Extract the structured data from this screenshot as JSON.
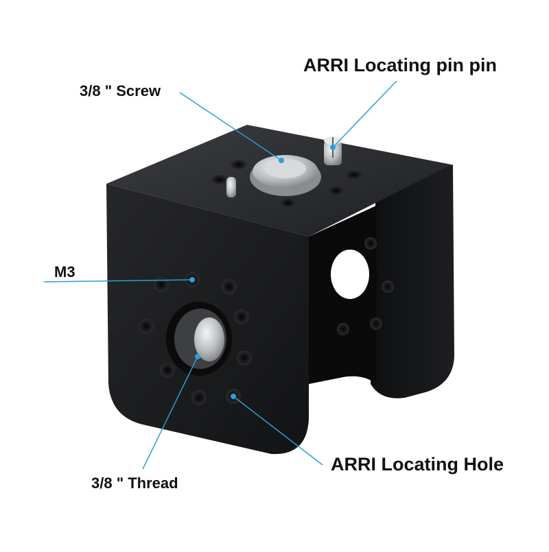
{
  "labels": {
    "arri_pin": "ARRI Locating pin pin",
    "screw": "3/8 \" Screw",
    "m3": "M3",
    "arri_hole": "ARRI Locating Hole",
    "thread": "3/8 \" Thread"
  },
  "colors": {
    "background": "#ffffff",
    "callout_line": "#2a9fd8",
    "callout_dot": "#2a9fd8",
    "body_metal": "#17181a",
    "steel": "#c9cbcd",
    "text": "#111111"
  }
}
